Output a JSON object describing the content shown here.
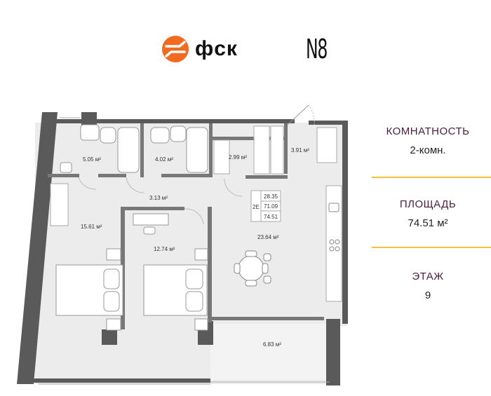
{
  "brand": {
    "fsk_text": "фск",
    "project_mark": "N8",
    "accent_color": "#f26a21",
    "info_label_color": "#4b1d3f",
    "divider_color": "#f2c23d"
  },
  "info": {
    "rooms": {
      "label": "КОМНАТНОСТЬ",
      "value": "2-комн."
    },
    "area": {
      "label": "ПЛОЩАДЬ",
      "value": "74.51 м²"
    },
    "floor": {
      "label": "ЭТАЖ",
      "value": "9"
    }
  },
  "plan": {
    "rooms": {
      "bath1": "5.05 м²",
      "bath2": "4.02 м²",
      "closet": "2.99 м²",
      "entry": "3.91 м²",
      "hall": "3.13 м²",
      "bedroom1": "15.61 м²",
      "bedroom2": "12.74 м²",
      "kitchen_living": "23.64 м²",
      "balcony": "6.83 м²"
    },
    "summary": {
      "code": "2E",
      "living": "28.35",
      "total": "71.09",
      "total_with_balcony": "74.51"
    }
  }
}
